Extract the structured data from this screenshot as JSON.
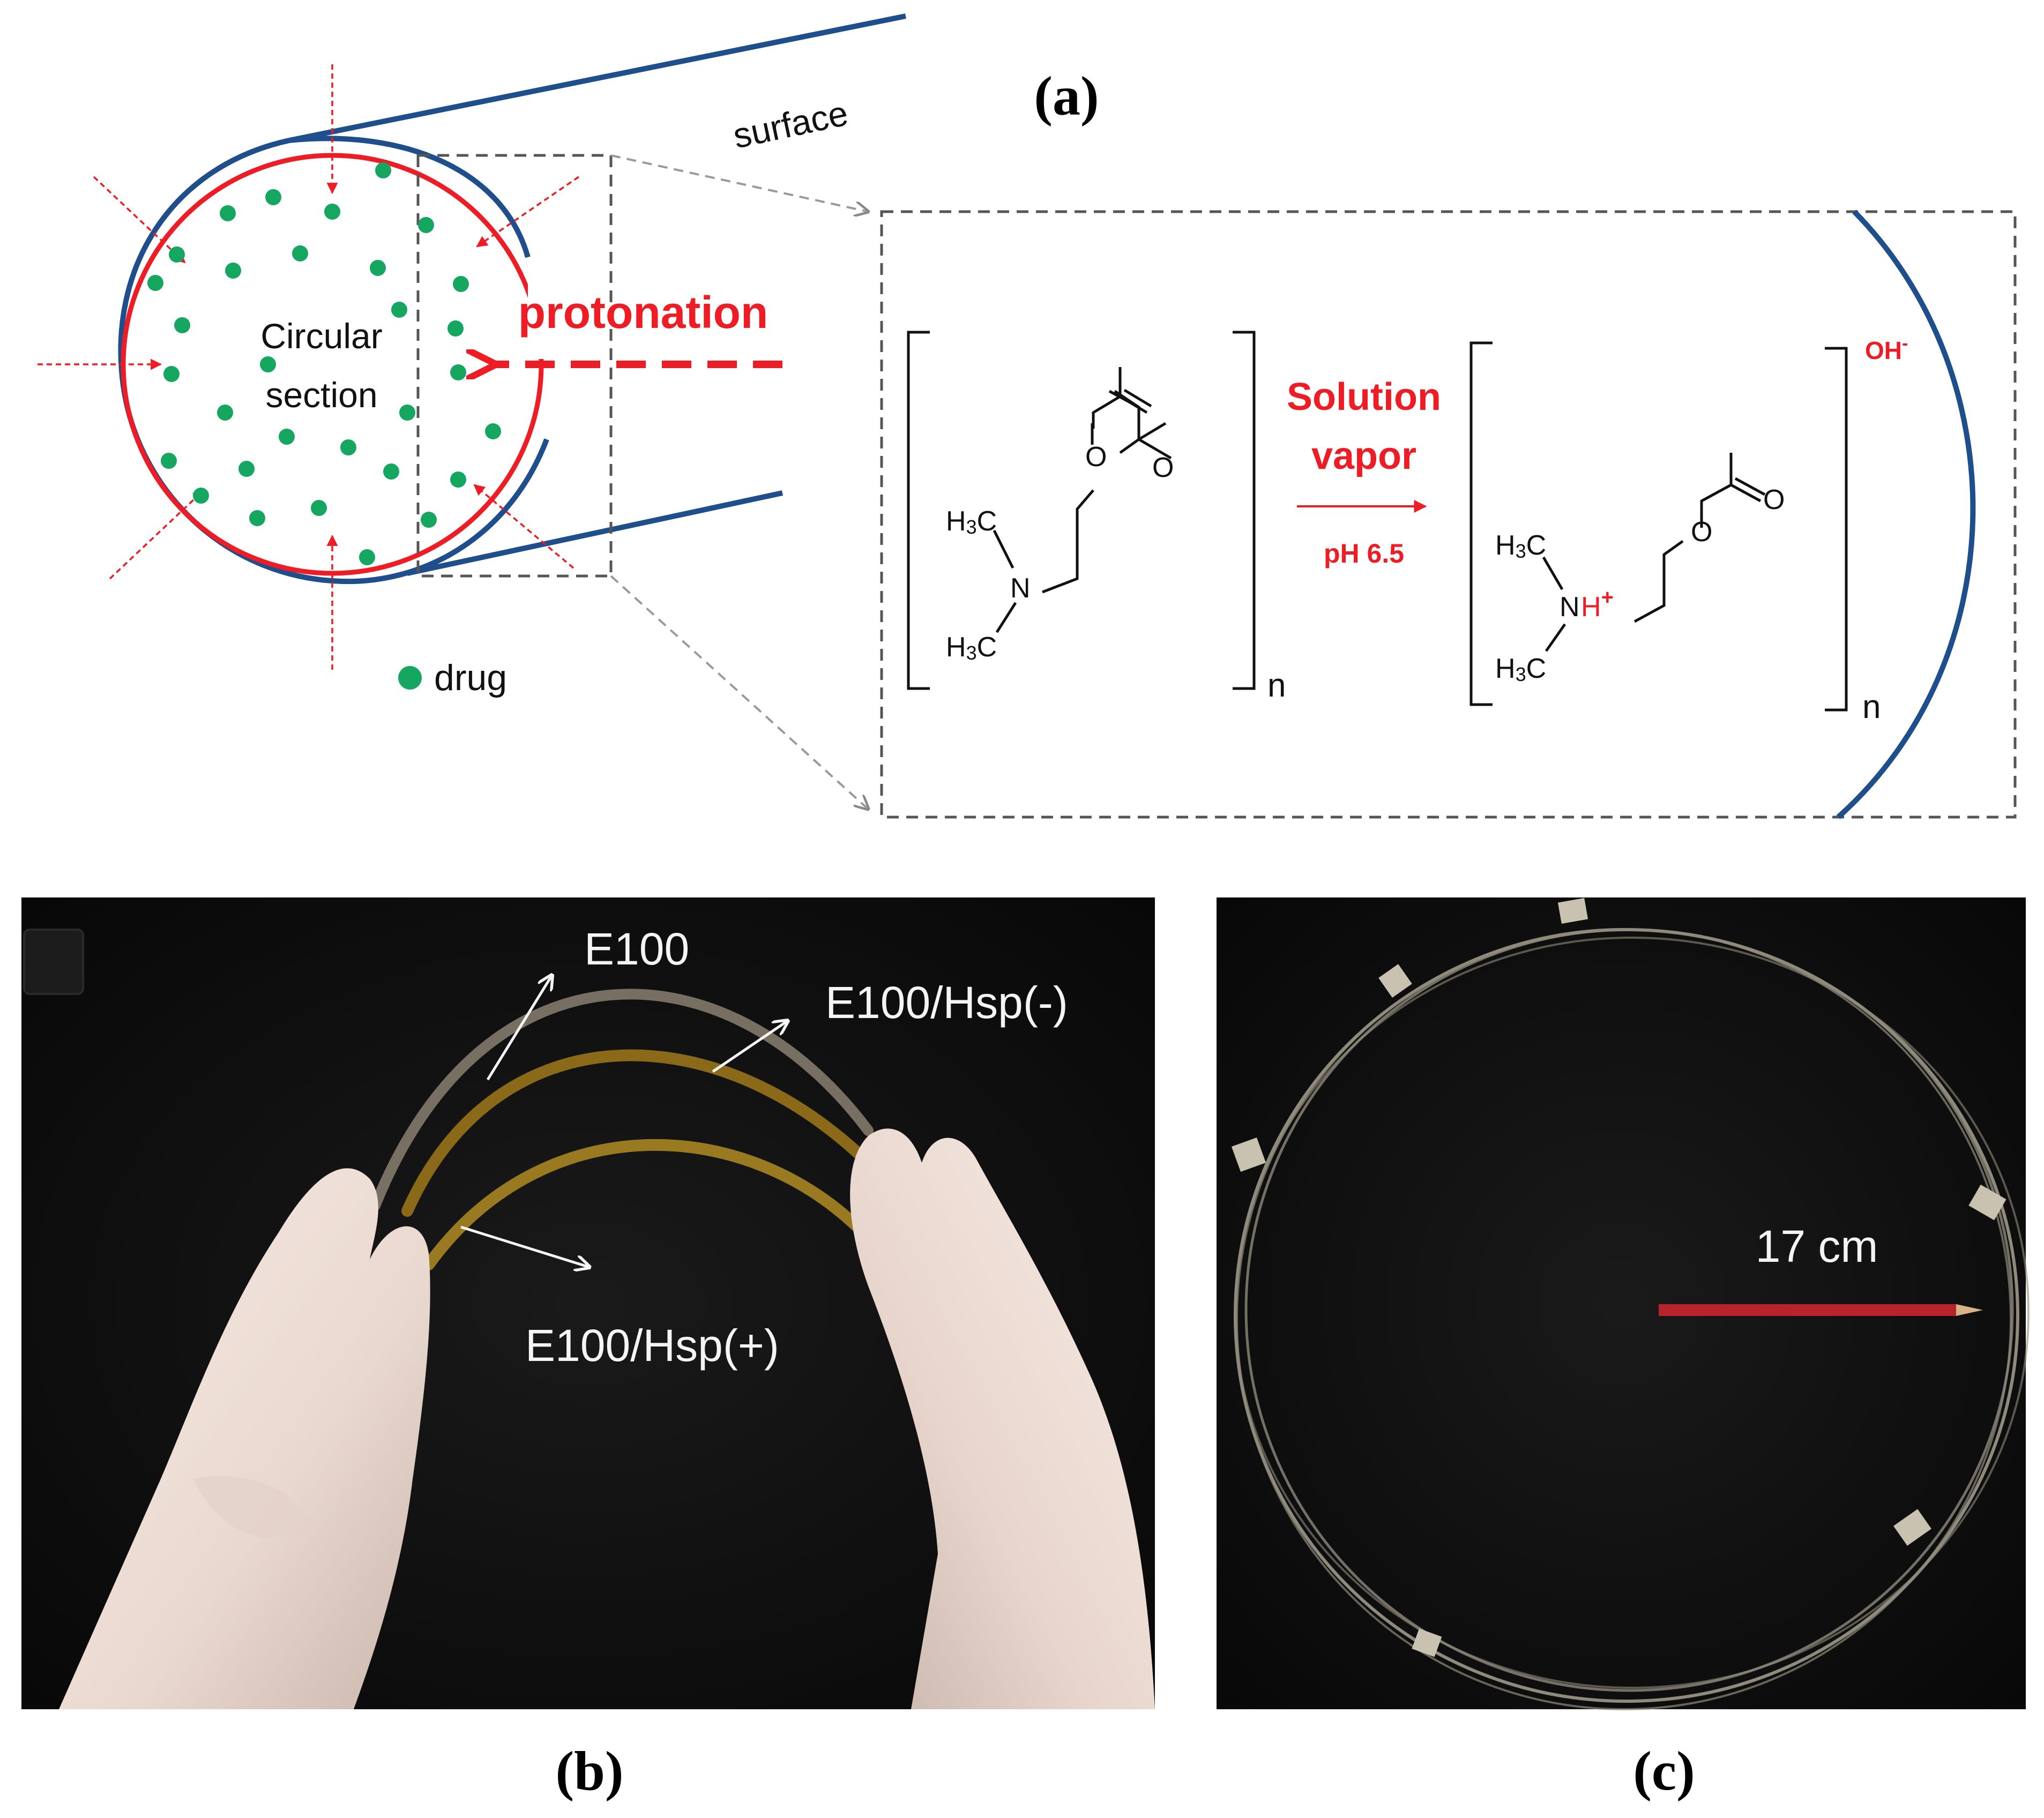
{
  "panel_labels": {
    "a": "(a)",
    "b": "(b)",
    "c": "(c)"
  },
  "diagram_a": {
    "surface_label": "surface",
    "section_label_line1": "Circular",
    "section_label_line2": "section",
    "protonation_label": "protonation",
    "legend_label": "drug",
    "reaction": {
      "condition_line1": "Solution",
      "condition_line2": "vapor",
      "condition_ph": "pH 6.5",
      "reactant_methyl_top": "H",
      "reactant_methyl_sub": "3",
      "reactant_methyl_c": "C",
      "nitrogen": "N",
      "oxygen": "O",
      "proton_h": "H",
      "proton_plus": "+",
      "counter_ion": "OH",
      "counter_ion_charge": "-",
      "repeat_unit": "n"
    }
  },
  "photo_b": {
    "label_1": "E100",
    "label_2": "E100/Hsp(-)",
    "label_3": "E100/Hsp(+)"
  },
  "photo_c": {
    "scale_label": "17 cm"
  },
  "colors": {
    "red": "#ee1c24",
    "blue": "#1f4e8c",
    "green": "#15a660",
    "gray_dash": "#555555",
    "photo_bg": "#101010"
  }
}
